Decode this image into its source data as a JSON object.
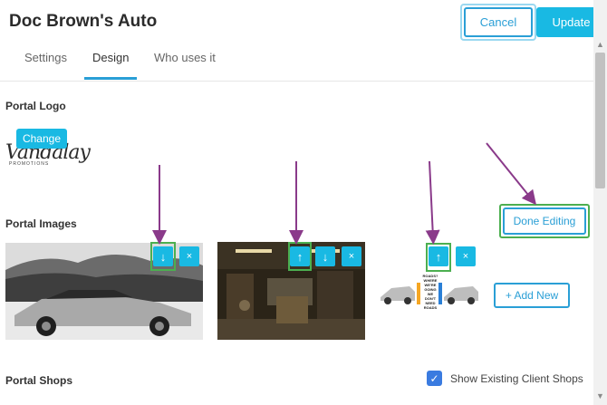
{
  "header": {
    "title": "Doc Brown's Auto",
    "cancel_label": "Cancel",
    "update_label": "Update"
  },
  "tabs": [
    {
      "label": "Settings",
      "active": false
    },
    {
      "label": "Design",
      "active": true
    },
    {
      "label": "Who uses it",
      "active": false
    }
  ],
  "portal_logo": {
    "heading": "Portal Logo",
    "change_label": "Change",
    "logo_text": "Vandalay",
    "logo_subtext": "PROMOTIONS"
  },
  "portal_images": {
    "heading": "Portal Images",
    "done_label": "Done Editing",
    "add_new_label": "+ Add New",
    "image3_text": "ROADS? WHERE WE'RE GOING WE DON'T NEED ROADS",
    "controls": {
      "down": "↓",
      "up": "↑",
      "remove": "×"
    }
  },
  "portal_shops": {
    "heading": "Portal Shops",
    "show_existing_label": "Show Existing Client Shops",
    "show_existing_checked": true,
    "check_glyph": "✓"
  },
  "scrollbar": {
    "up_glyph": "▲",
    "down_glyph": "▼"
  },
  "colors": {
    "accent": "#19b9e3",
    "outline": "#2a9fd6",
    "highlight": "#4caf50",
    "annotation_arrow": "#8a3a8a"
  }
}
